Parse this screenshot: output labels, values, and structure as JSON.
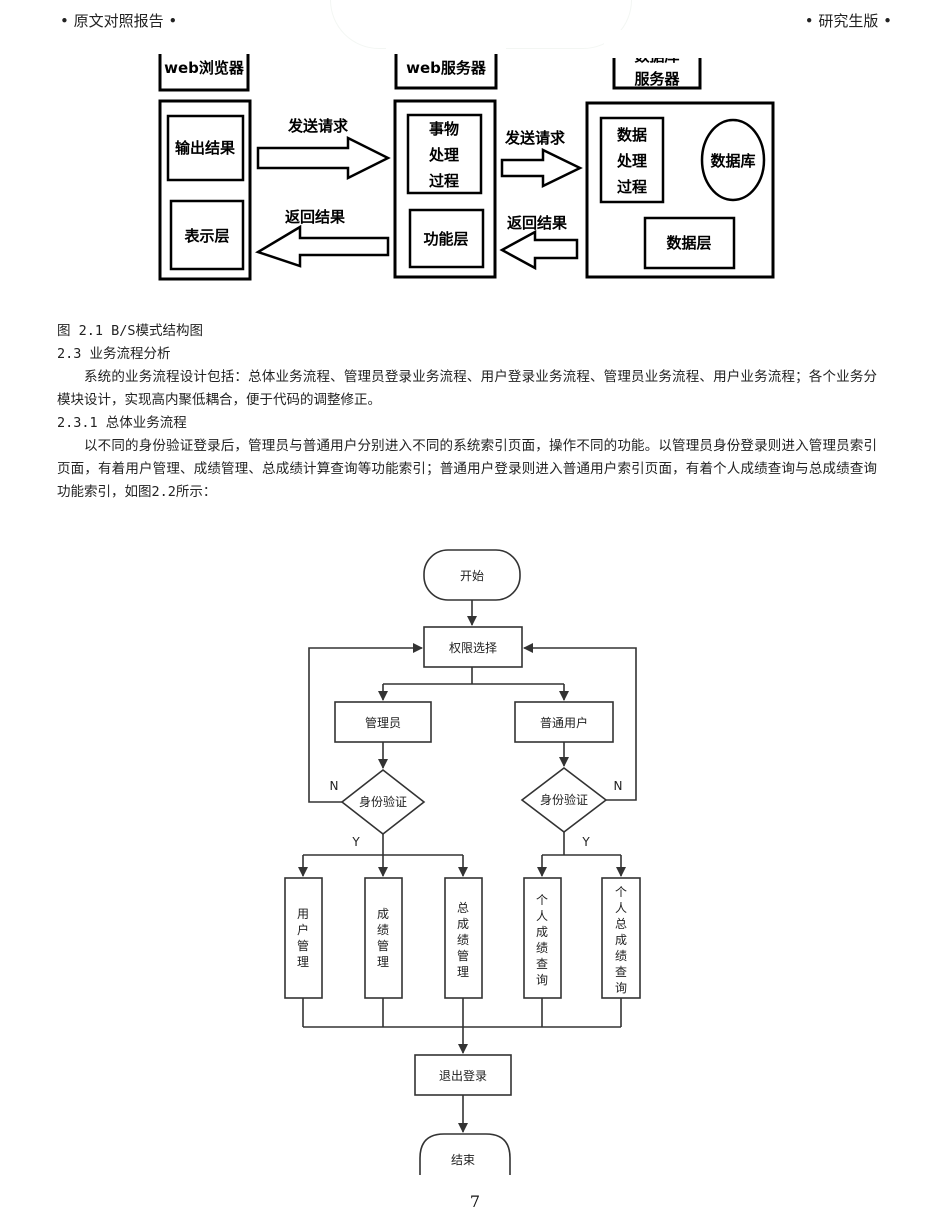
{
  "header": {
    "left": "• 原文对照报告 •",
    "right": "• 研究生版 •"
  },
  "figure1": {
    "browser_title": "web浏览器",
    "server_title": "web服务器",
    "db_server_title": [
      "数据库",
      "服务器"
    ],
    "output_result": "输出结果",
    "presentation_layer": "表示层",
    "send_request_1": "发送请求",
    "return_result_1": "返回结果",
    "transaction": [
      "事物",
      "处理",
      "过程"
    ],
    "function_layer": "功能层",
    "send_request_2": "发送请求",
    "return_result_2": "返回结果",
    "data_processing": [
      "数据",
      "处理",
      "过程"
    ],
    "database": "数据库",
    "data_layer": "数据层"
  },
  "text": {
    "caption": "图 2.1 B/S模式结构图",
    "section_23": "2.3 业务流程分析",
    "para_1": "系统的业务流程设计包括：总体业务流程、管理员登录业务流程、用户登录业务流程、管理员业务流程、用户业务流程；各个业务分模块设计，实现高内聚低耦合，便于代码的调整修正。",
    "section_231": "2.3.1 总体业务流程",
    "para_2": "以不同的身份验证登录后，管理员与普通用户分别进入不同的系统索引页面，操作不同的功能。以管理员身份登录则进入管理员索引页面，有着用户管理、成绩管理、总成绩计算查询等功能索引；普通用户登录则进入普通用户索引页面，有着个人成绩查询与总成绩查询功能索引，如图2.2所示："
  },
  "flowchart": {
    "start": "开始",
    "permission_select": "权限选择",
    "admin": "管理员",
    "normal_user": "普通用户",
    "verify_left": "身份验证",
    "verify_right": "身份验证",
    "n_left": "N",
    "n_right": "N",
    "y_left": "Y",
    "y_right": "Y",
    "user_mgmt": [
      "用",
      "户",
      "管",
      "理"
    ],
    "grade_mgmt": [
      "成",
      "绩",
      "管",
      "理"
    ],
    "total_grade_mgmt": [
      "总",
      "成",
      "绩",
      "管",
      "理"
    ],
    "personal_grade_query": [
      "个",
      "人",
      "成",
      "绩",
      "查",
      "询"
    ],
    "personal_total_query": [
      "个",
      "人",
      "总",
      "成",
      "绩",
      "查",
      "询"
    ],
    "logout": "退出登录",
    "end": "结束"
  },
  "page_number": "7"
}
